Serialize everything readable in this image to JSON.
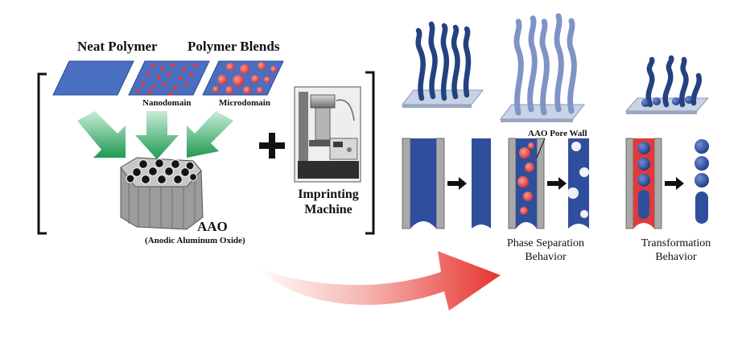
{
  "labels": {
    "neat_polymer": "Neat Polymer",
    "polymer_blends": "Polymer Blends",
    "nanodomain": "Nanodomain",
    "microdomain": "Microdomain",
    "aao": "AAO",
    "aao_full": "(Anodic Aluminum Oxide)",
    "imprinting_line1": "Imprinting",
    "imprinting_line2": "Machine",
    "aao_pore_wall": "AAO Pore Wall",
    "phase_line1": "Phase Separation",
    "phase_line2": "Behavior",
    "transform_line1": "Transformation",
    "transform_line2": "Behavior"
  },
  "colors": {
    "polymer_blue": "#2f4f9c",
    "domain_red": "#e03a3a",
    "arrow_green": "#3bb46e",
    "aao_gray": "#a9a9a9",
    "big_arrow_red": "#e8342f"
  },
  "icons": {
    "neat_polymer": "blue-film",
    "aao_template": "hexagonal-pore-array",
    "machine": "imprinting-machine-photo",
    "plus": "plus-sign"
  }
}
